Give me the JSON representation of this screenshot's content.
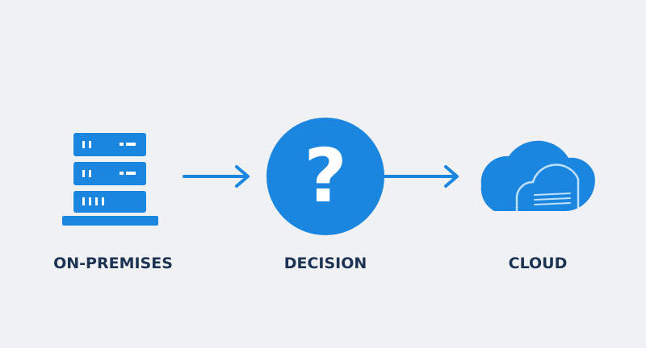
{
  "nodes": [
    {
      "id": "on-premises",
      "label": "ON-PREMISES",
      "icon": "server-rack-icon"
    },
    {
      "id": "decision",
      "label": "DECISION",
      "icon": "question-mark-icon",
      "glyph": "?"
    },
    {
      "id": "cloud",
      "label": "CLOUD",
      "icon": "cloud-icon"
    }
  ],
  "edges": [
    {
      "from": "on-premises",
      "to": "decision"
    },
    {
      "from": "decision",
      "to": "cloud"
    }
  ],
  "colors": {
    "background": "#eff1f3",
    "accent": "#1a86e0",
    "accent_light": "#bfe0fb",
    "label": "#1d3354",
    "glyph": "#ffffff"
  }
}
